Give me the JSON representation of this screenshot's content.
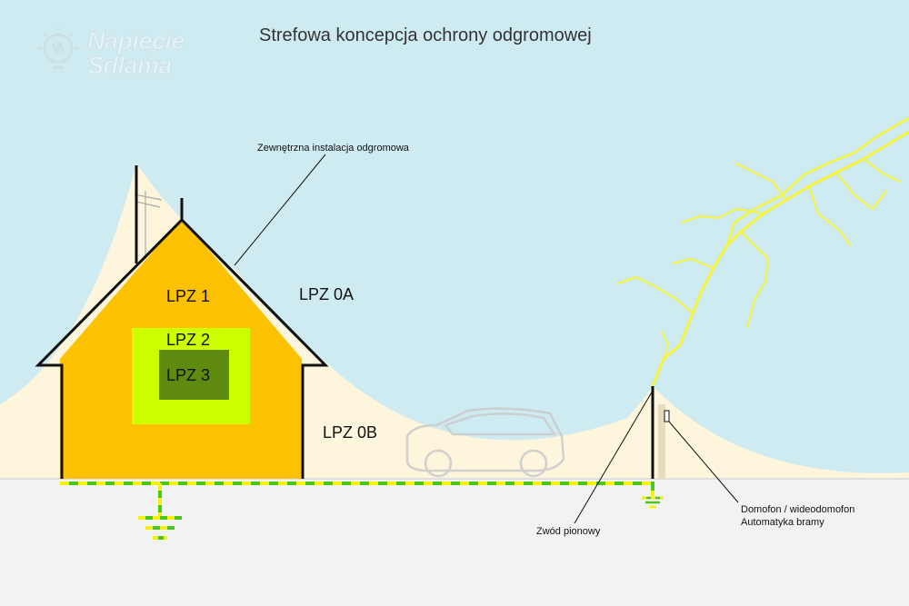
{
  "title": "Strefowa koncepcja ochrony odgromowej",
  "logo": {
    "line1": "Napięcie",
    "line2": "Sdlama"
  },
  "zones": {
    "lpz1": "LPZ 1",
    "lpz2": "LPZ 2",
    "lpz3": "LPZ 3",
    "lpz0a": "LPZ 0A",
    "lpz0b": "LPZ 0B"
  },
  "callouts": {
    "external_lightning_protection": "Zewnętrzna instalacja odgromowa",
    "vertical_conductor": "Zwód pionowy",
    "intercom_line1": "Domofon / wideodomofon",
    "intercom_line2": "Automatyka bramy"
  },
  "colors": {
    "sky": "#cfebf2",
    "protected_volume": "#fdf5dc",
    "ground": "#f2f2f2",
    "lpz1_fill": "#fcc100",
    "lpz2_fill": "#ccff00",
    "lpz3_fill": "#5d8a0f",
    "lightning": "#f6f43a",
    "earthing_green": "#4cc61a",
    "earthing_yellow": "#f5f10a"
  },
  "icons": [
    "lightbulb-logo-icon",
    "antenna-icon",
    "car-icon",
    "ground-symbol-icon",
    "lightning-bolt-icon"
  ]
}
